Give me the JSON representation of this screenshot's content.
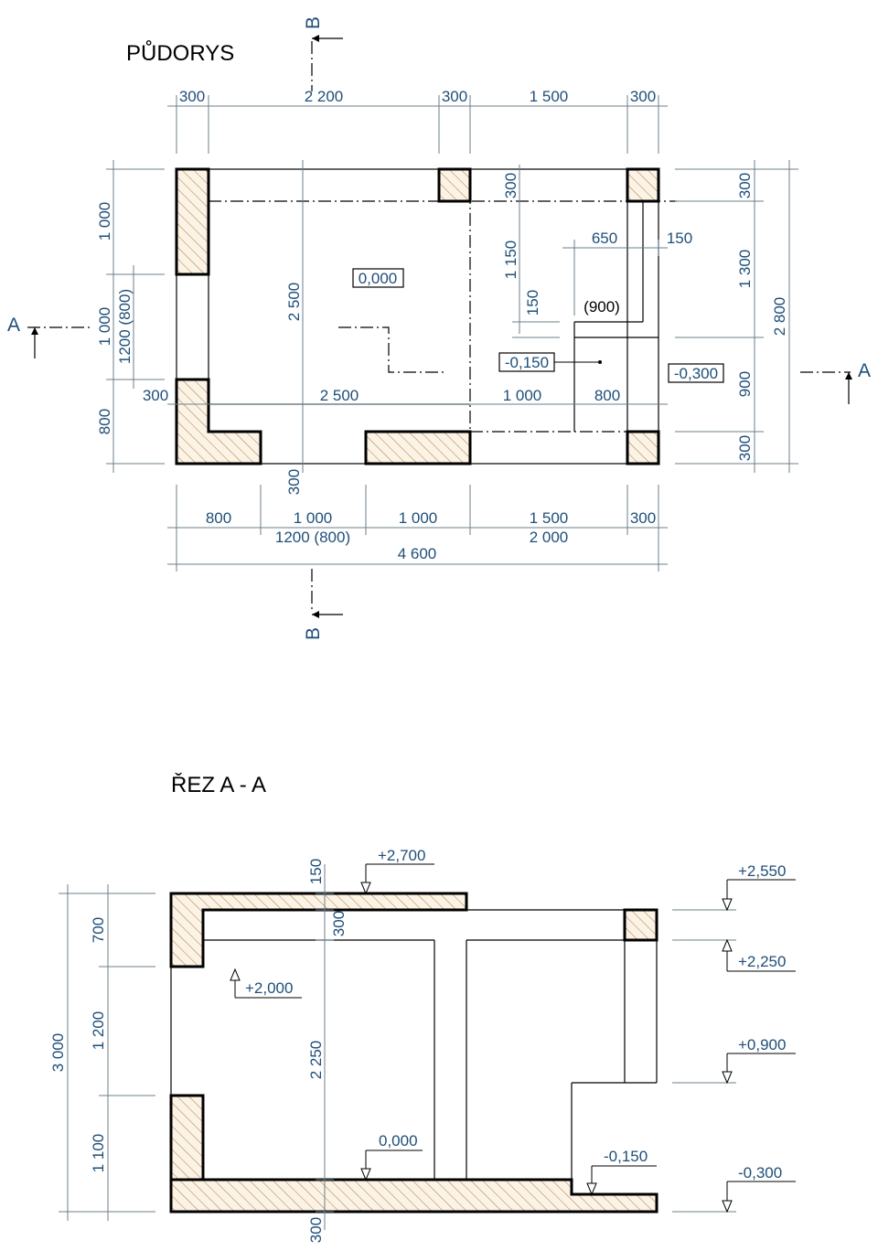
{
  "titles": {
    "plan": "PŮDORYS",
    "section": "ŘEZ  A - A"
  },
  "section_markers": {
    "a_left": "A",
    "a_right": "A",
    "b_top": "B",
    "b_bottom": "B"
  },
  "plan": {
    "top_dims": [
      "300",
      "2 200",
      "300",
      "1 500",
      "300"
    ],
    "bottom_dims_row1": [
      "800",
      "1 000",
      "1 000",
      "1 500",
      "300"
    ],
    "bottom_dims_row2": [
      "1200 (800)",
      "2 000"
    ],
    "bottom_total": "4 600",
    "left_dims": [
      "1 000",
      "1 000",
      "1200 (800)",
      "800"
    ],
    "right_dims": [
      "300",
      "1 300",
      "900",
      "300"
    ],
    "right_total": "2 800",
    "inner": {
      "height_2500": "2 500",
      "width_2500": "2 500",
      "width_1000": "1 000",
      "width_800": "800",
      "dim_300_left": "300",
      "dim_300_top": "300",
      "dim_1150": "1 150",
      "dim_150_v": "150",
      "dim_650": "650",
      "dim_150_h": "150",
      "paren_900": "(900)",
      "dim_300_bottom": "300"
    },
    "levels": {
      "main": "0,000",
      "step": "-0,150",
      "outer": "-0,300"
    }
  },
  "section": {
    "left_dims": [
      "700",
      "1 200",
      "1 100"
    ],
    "left_total": "3 000",
    "dim_150": "150",
    "dim_300_top": "300",
    "dim_2250": "2 250",
    "dim_300_bottom": "300",
    "levels": {
      "top": "+2,700",
      "lintel": "+2,000",
      "floor": "0,000",
      "step": "-0,150",
      "r_2550": "+2,550",
      "r_2250": "+2,250",
      "r_0900": "+0,900",
      "r_0300": "-0,300"
    }
  }
}
